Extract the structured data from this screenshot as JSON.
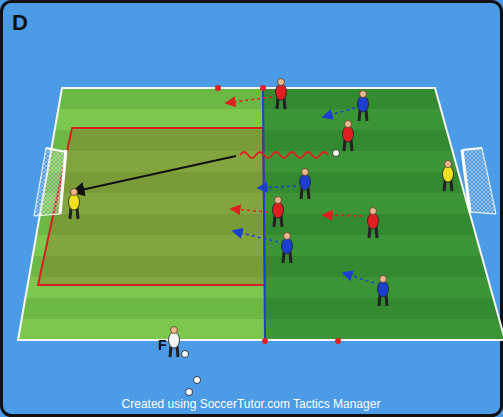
{
  "diagram": {
    "labels": [
      "D",
      "F",
      "Created using SoccerTutor.com Tactics Manager"
    ]
  }
}
